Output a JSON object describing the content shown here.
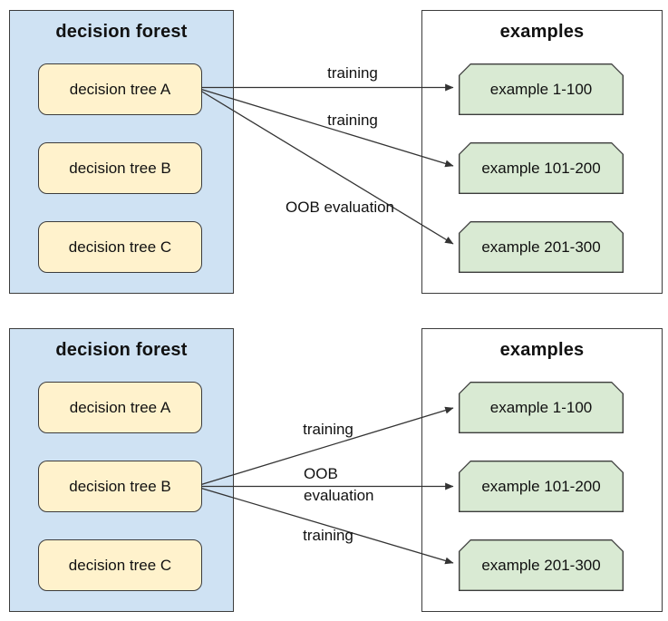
{
  "diagram": {
    "description": "Out-of-bag (OOB) evaluation in a decision forest: each decision tree is trained on some example blocks and evaluated on the out-of-bag block",
    "colors": {
      "forest_panel_fill": "#cfe2f3",
      "tree_box_fill": "#fff2cc",
      "example_card_fill": "#d9ead3",
      "examples_panel_fill": "#ffffff",
      "border": "#3c3c3c",
      "arrow": "#333333",
      "text": "#111111"
    },
    "panels": [
      {
        "id": "top",
        "forest": {
          "title": "decision forest",
          "trees": [
            "decision tree A",
            "decision tree B",
            "decision tree C"
          ]
        },
        "examples": {
          "title": "examples",
          "items": [
            "example 1-100",
            "example 101-200",
            "example 201-300"
          ]
        },
        "arrow_source": "decision tree A",
        "arrows": [
          {
            "label": "training",
            "target": "example 1-100"
          },
          {
            "label": "training",
            "target": "example 101-200"
          },
          {
            "label": "OOB evaluation",
            "target": "example 201-300"
          }
        ]
      },
      {
        "id": "bottom",
        "forest": {
          "title": "decision forest",
          "trees": [
            "decision tree A",
            "decision tree B",
            "decision tree C"
          ]
        },
        "examples": {
          "title": "examples",
          "items": [
            "example 1-100",
            "example 101-200",
            "example 201-300"
          ]
        },
        "arrow_source": "decision tree B",
        "arrows": [
          {
            "label": "training",
            "target": "example 1-100"
          },
          {
            "label": "OOB\nevaluation",
            "target": "example 101-200"
          },
          {
            "label": "training",
            "target": "example 201-300"
          }
        ]
      }
    ]
  }
}
